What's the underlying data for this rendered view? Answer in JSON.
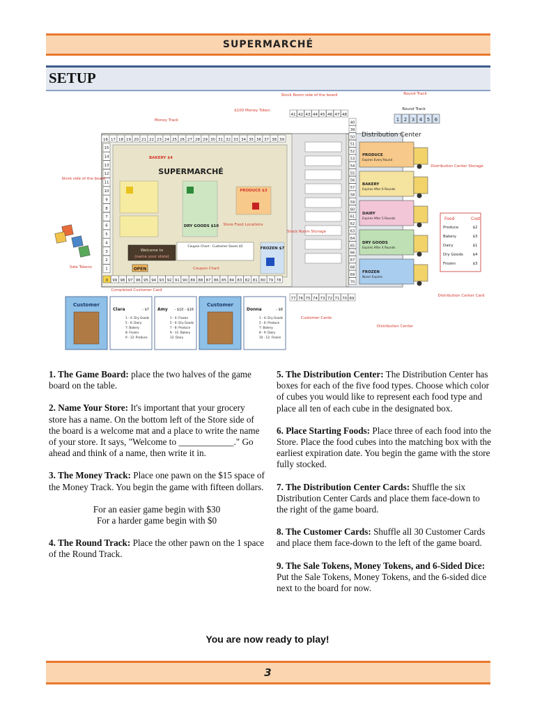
{
  "header": {
    "title": "SUPERMARCHÉ"
  },
  "section": {
    "title": "SETUP"
  },
  "figure": {
    "board_title": "SUPERMARCHÉ",
    "distribution_center_title": "Distribution Center",
    "round_track_label": "Round Track",
    "round_numbers": [
      "1",
      "2",
      "3",
      "4",
      "5",
      "6"
    ],
    "money_top_row": [
      "16",
      "17",
      "18",
      "19",
      "20",
      "21",
      "22",
      "23",
      "24",
      "25",
      "26",
      "27",
      "28",
      "29",
      "30",
      "31",
      "32",
      "33",
      "34",
      "35",
      "36",
      "37",
      "38",
      "39"
    ],
    "money_left_col": [
      "15",
      "14",
      "13",
      "12",
      "11",
      "10",
      "9",
      "8",
      "7",
      "6",
      "5",
      "4",
      "3",
      "2",
      "1"
    ],
    "money_bottom_row": [
      "0",
      "99",
      "98",
      "97",
      "96",
      "95",
      "94",
      "93",
      "92",
      "91",
      "90",
      "89",
      "88",
      "87",
      "86",
      "85",
      "84",
      "83",
      "82",
      "81",
      "80",
      "79",
      "78"
    ],
    "money_right_top": [
      "41",
      "42",
      "43",
      "44",
      "45",
      "46",
      "47",
      "48"
    ],
    "money_right_col": [
      "40",
      "39",
      "50",
      "51",
      "52",
      "53",
      "54",
      "55",
      "56",
      "57",
      "58",
      "59",
      "60",
      "61",
      "62",
      "63",
      "64",
      "65",
      "66",
      "67",
      "68",
      "69",
      "70"
    ],
    "money_right_bottom": [
      "77",
      "76",
      "75",
      "74",
      "73",
      "72",
      "71",
      "70",
      "69"
    ],
    "callouts": {
      "money_track": "Money Track",
      "money_token": "$100 Money Token",
      "stock_room": "Stock Room side of the board",
      "round_track": "Round Track",
      "store_side": "Store side of the board",
      "store_food": "Store Food Locations",
      "stock_room_storage": "Stock Room Storage",
      "dc_storage": "Distribution Center Storage",
      "sale_tokens": "Sale Tokens",
      "coupon_chart": "Coupon Chart",
      "completed_card": "Completed Customer Card",
      "customer_cards": "Customer Cards",
      "distribution_center": "Distribution Center",
      "dc_card": "Distribution Center Card"
    },
    "trucks": [
      {
        "name": "PRODUCE",
        "sub": "Expires Every Round",
        "color": "#f7c98a"
      },
      {
        "name": "BAKERY",
        "sub": "Expires After 6 Rounds",
        "color": "#f5e3a0"
      },
      {
        "name": "DAIRY",
        "sub": "Expires After 5 Rounds",
        "color": "#f2c6d6"
      },
      {
        "name": "DRY GOODS",
        "sub": "Expires After 4 Rounds",
        "color": "#bfe0b4"
      },
      {
        "name": "FROZEN",
        "sub": "Never Expires",
        "color": "#a9cdef"
      }
    ],
    "price_table": {
      "headers": [
        "Food",
        "Cost"
      ],
      "rows": [
        [
          "Produce",
          "$2"
        ],
        [
          "Bakery",
          "$3"
        ],
        [
          "Dairy",
          "$1"
        ],
        [
          "Dry Goods",
          "$4"
        ],
        [
          "Frozen",
          "$3"
        ]
      ]
    },
    "store_labels": {
      "bakery": "BAKERY $4",
      "produce": "PRODUCE $3",
      "dry_goods": "DRY GOODS $10",
      "frozen": "FROZEN $7",
      "welcome": "Welcome to",
      "store_name": "(name your store)",
      "open": "OPEN",
      "coupon_chart_title": "Coupon Chart - Customer Saves $5"
    },
    "customer_cards": [
      {
        "label": "Customer"
      },
      {
        "name": "Clara",
        "price": "- $7",
        "lines": [
          "1 - 4: Dry Goods",
          "5 - 6: Dairy",
          "7: Bakery",
          "8: Frozen",
          "9 - 12: Produce"
        ]
      },
      {
        "name": "Amy",
        "price": "- $10 - $16",
        "lines": [
          "1 - 4: Frozen",
          "5 - 6: Dry Goods",
          "7 - 8: Produce",
          "9 - 11: Bakery",
          "12: Dairy"
        ]
      },
      {
        "label": "Customer"
      },
      {
        "name": "Donna",
        "price": "- $8",
        "lines": [
          "1 - 4: Dry Goods",
          "5 - 6: Produce",
          "7: Bakery",
          "8 - 9: Dairy",
          "10 - 12: Frozen"
        ]
      }
    ]
  },
  "left_col": [
    {
      "head": "1. The Game Board:",
      "text": " place the two halves of the game board on the table."
    },
    {
      "head": "2. Name Your Store:",
      "text": " It's important that your grocery store has a name. On the bottom left of the Store side of the board is a welcome mat and a place to write the name of your store. It says, \"Welcome to ____________.\" Go ahead and think of a name, then write it in."
    },
    {
      "head": "3. The Money Track:",
      "text": " Place one pawn on the $15 space of the Money Track. You begin the game with fifteen dollars."
    }
  ],
  "difficulty": {
    "easier": "For an easier game begin with $30",
    "harder": "For a harder game begin with $0"
  },
  "left_col_after": [
    {
      "head": "4. The Round Track:",
      "text": " Place the other pawn on the 1 space of the Round Track."
    }
  ],
  "right_col": [
    {
      "head": "5. The Distribution Center:",
      "text": " The Distribution Center has boxes for each of the five food types. Choose which color of cubes you would like to represent each food type and place all ten of each cube in the designated box."
    },
    {
      "head": "6. Place Starting Foods:",
      "text": " Place three of each food into the Store. Place the food cubes into the matching box with the earliest expiration date. You begin the game with the store fully stocked."
    },
    {
      "head": "7. The Distribution Center Cards:",
      "text": " Shuffle the six Distribution Center Cards and place them face-down to the right of the game board."
    },
    {
      "head": "8. The Customer Cards:",
      "text": " Shuffle all 30 Customer Cards and place them face-down to the left of the game board."
    },
    {
      "head": "9. The Sale Tokens, Money Tokens, and 6-Sided Dice:",
      "text": " Put the Sale Tokens, Money Tokens, and the 6-sided dice next to the board for now."
    }
  ],
  "ready": "You are now ready to play!",
  "footer": {
    "page_number": "3"
  },
  "colors": {
    "orange": "#e8772b",
    "peach": "#fbd5b0",
    "blue": "#3c5a8a"
  }
}
